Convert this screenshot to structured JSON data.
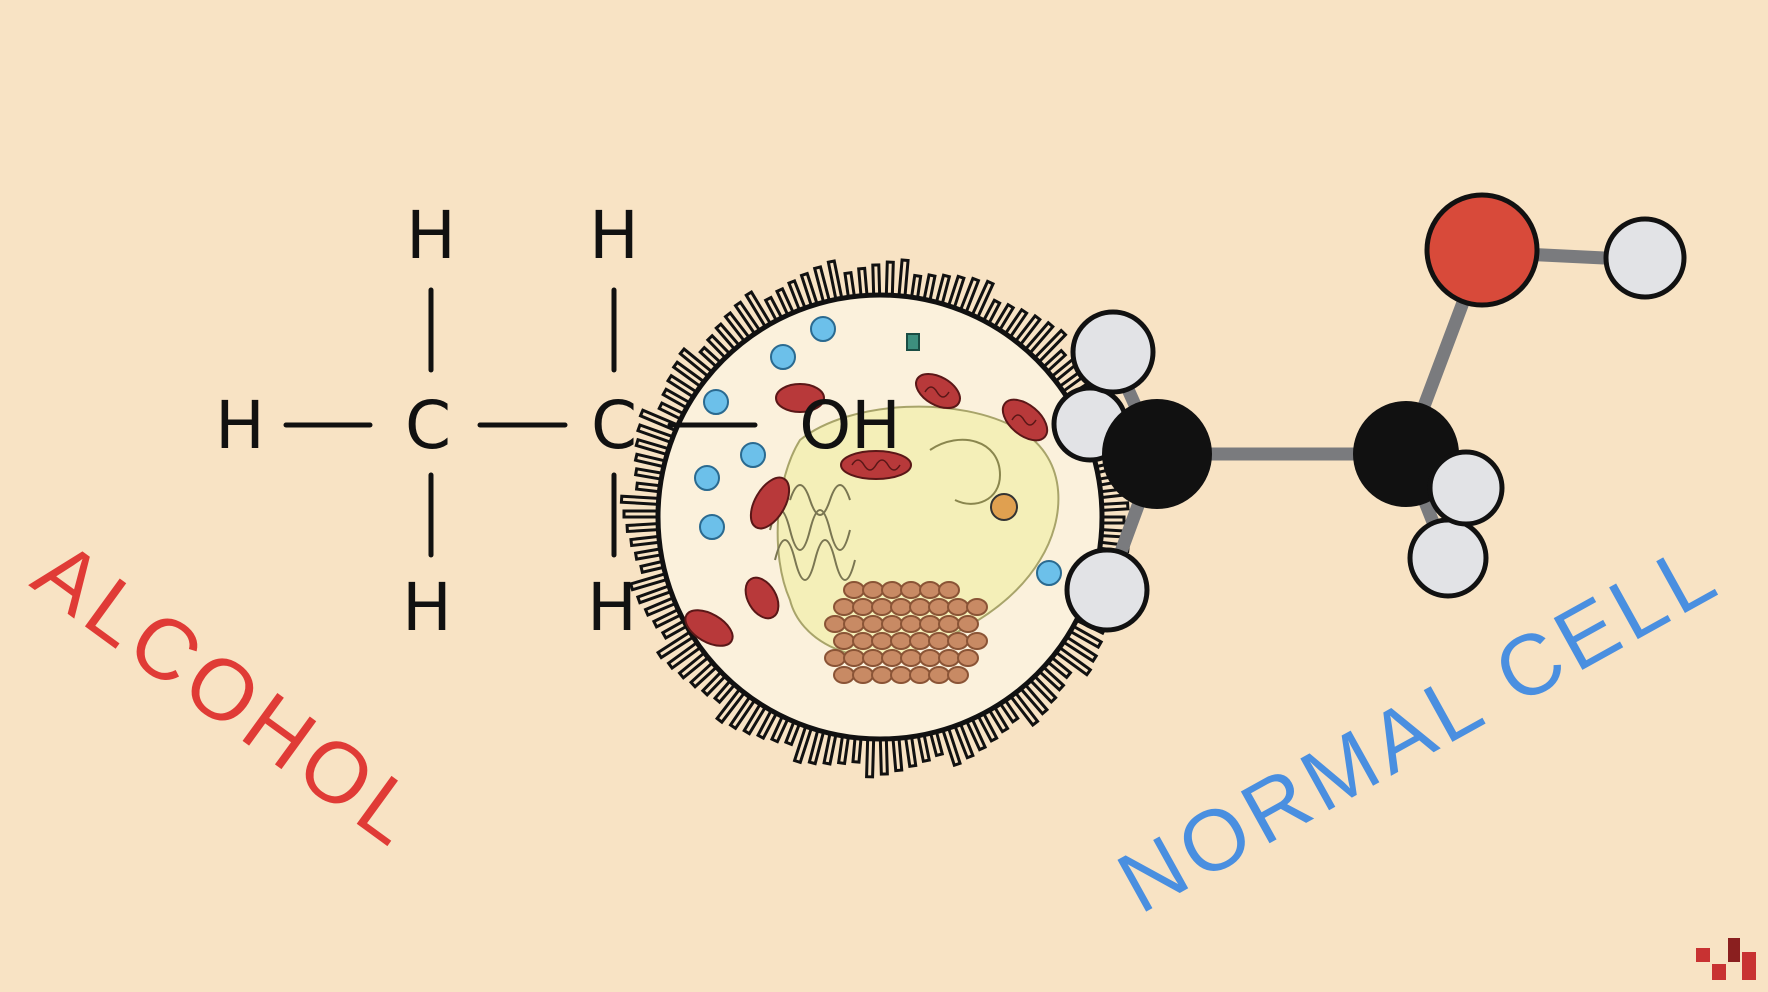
{
  "labels": {
    "alcohol": "ALCOHOL",
    "normal_cell": "NORMAL CELL"
  },
  "formula": {
    "top_h1": "H",
    "top_h2": "H",
    "left_h": "H",
    "carbon1": "C",
    "carbon2": "C",
    "hydroxyl": "OH",
    "bottom_h1": "H",
    "bottom_h2": "H"
  },
  "colors": {
    "background": "#f8e3c4",
    "alcohol_label": "#e03b36",
    "normal_cell_label": "#4a8fe0",
    "oxygen_atom": "#d84a3a",
    "carbon_atom": "#111111",
    "hydrogen_atom": "#e2e3e6",
    "mitochondria": "#b8393a",
    "vesicle": "#6cc0ea",
    "nucleus": "#f4efb8"
  },
  "icons": {
    "corner_logo": "logo-icon"
  }
}
